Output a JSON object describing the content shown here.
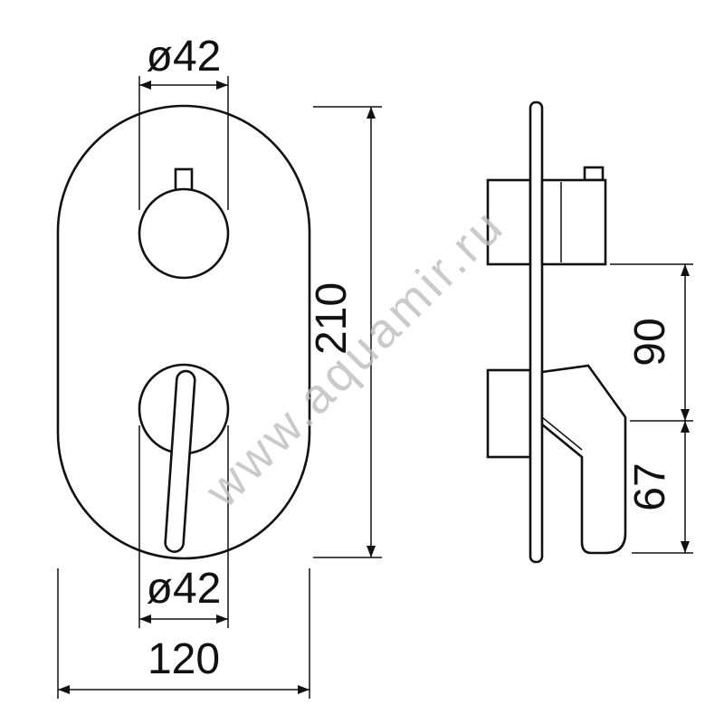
{
  "colors": {
    "line": "#111111",
    "watermark": "#bdbdbd",
    "background": "#ffffff"
  },
  "watermark": {
    "text": "www.aquamir.ru"
  },
  "front_view": {
    "dim_top_diameter": "ø42",
    "dim_height": "210",
    "dim_bottom_diameter": "ø42",
    "dim_width": "120"
  },
  "side_view": {
    "dim_upper_offset": "90",
    "dim_lower_height": "67"
  }
}
